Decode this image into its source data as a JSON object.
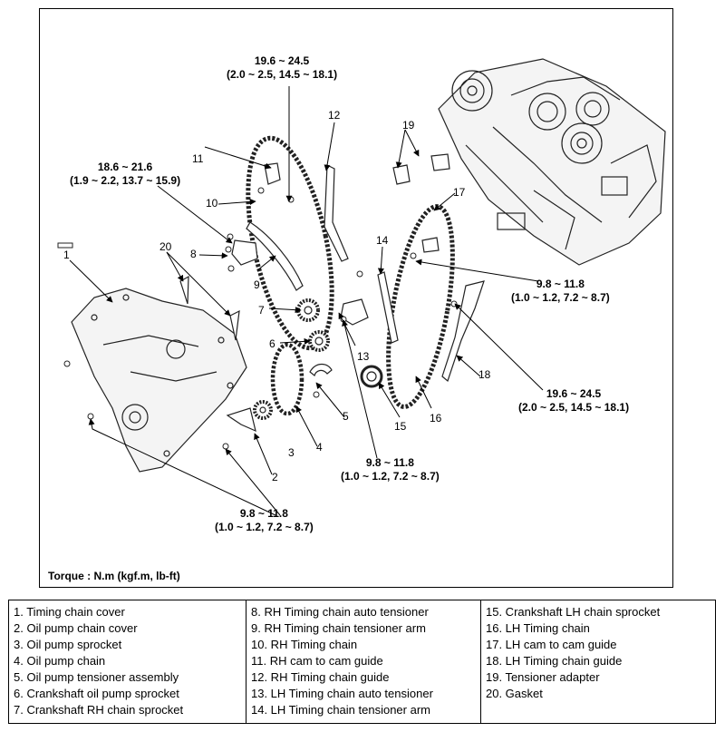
{
  "diagram": {
    "torque_note": "Torque : N.m (kgf.m, lb-ft)",
    "torque_specs": [
      {
        "id": "t1",
        "line1": "19.6 ~ 24.5",
        "line2": "(2.0 ~ 2.5, 14.5 ~ 18.1)"
      },
      {
        "id": "t2",
        "line1": "18.6 ~ 21.6",
        "line2": "(1.9 ~ 2.2, 13.7 ~ 15.9)"
      },
      {
        "id": "t3",
        "line1": "9.8 ~ 11.8",
        "line2": "(1.0 ~ 1.2, 7.2 ~ 8.7)"
      },
      {
        "id": "t4",
        "line1": "19.6 ~ 24.5",
        "line2": "(2.0 ~ 2.5, 14.5 ~ 18.1)"
      },
      {
        "id": "t5",
        "line1": "9.8 ~ 11.8",
        "line2": "(1.0 ~ 1.2, 7.2 ~ 8.7)"
      },
      {
        "id": "t6",
        "line1": "9.8 ~ 11.8",
        "line2": "(1.0 ~ 1.2, 7.2 ~ 8.7)"
      }
    ],
    "callouts": [
      "1",
      "2",
      "3",
      "4",
      "5",
      "6",
      "7",
      "8",
      "9",
      "10",
      "11",
      "12",
      "13",
      "14",
      "15",
      "16",
      "17",
      "18",
      "19",
      "20"
    ]
  },
  "legend": {
    "columns": [
      [
        "1. Timing chain cover",
        "2. Oil pump chain cover",
        "3. Oil pump sprocket",
        "4. Oil pump chain",
        "5. Oil pump tensioner assembly",
        "6. Crankshaft oil pump sprocket",
        "7. Crankshaft RH chain sprocket"
      ],
      [
        "8. RH Timing chain auto tensioner",
        "9. RH Timing chain tensioner arm",
        "10. RH Timing chain",
        "11. RH cam to cam guide",
        "12. RH Timing chain guide",
        "13. LH Timing chain auto tensioner",
        "14. LH Timing chain tensioner arm"
      ],
      [
        "15. Crankshaft LH chain sprocket",
        "16. LH Timing chain",
        "17. LH cam to cam guide",
        "18. LH Timing chain guide",
        "19. Tensioner adapter",
        "20. Gasket"
      ]
    ]
  }
}
